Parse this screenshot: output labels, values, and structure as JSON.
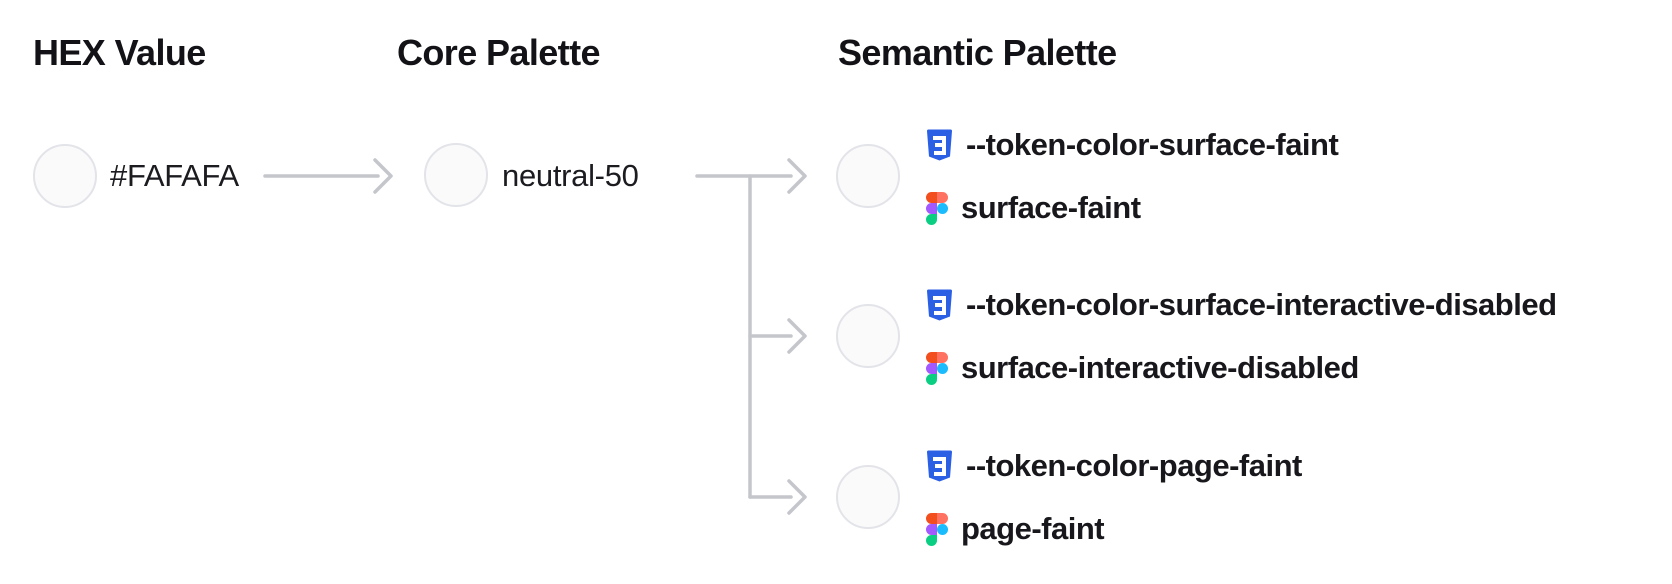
{
  "headers": {
    "hex": "HEX Value",
    "core": "Core Palette",
    "semantic": "Semantic Palette"
  },
  "hex_value": {
    "label": "#FAFAFA",
    "swatch_color": "#FAFAFA"
  },
  "core_palette": {
    "label": "neutral-50",
    "swatch_color": "#FAFAFA"
  },
  "semantic_tokens": [
    {
      "css_variable": "--token-color-surface-faint",
      "figma_style": "surface-faint",
      "swatch_color": "#FAFAFA"
    },
    {
      "css_variable": "--token-color-surface-interactive-disabled",
      "figma_style": "surface-interactive-disabled",
      "swatch_color": "#FAFAFA"
    },
    {
      "css_variable": "--token-color-page-faint",
      "figma_style": "page-faint",
      "swatch_color": "#FAFAFA"
    }
  ],
  "icons": {
    "css": "css3-shield-icon",
    "figma": "figma-logo-icon"
  },
  "colors": {
    "background": "#FFFFFF",
    "text": "#17171C",
    "swatch_fill": "#FAFAFA",
    "swatch_border": "#E3E4E9",
    "connector_gray": "#C4C6CC",
    "css_icon_blue": "#2B5FE4",
    "figma_orange": "#F24E1E",
    "figma_salmon": "#FF7262",
    "figma_purple": "#A259FF",
    "figma_blue": "#1ABCFE",
    "figma_green": "#0ACF83"
  }
}
